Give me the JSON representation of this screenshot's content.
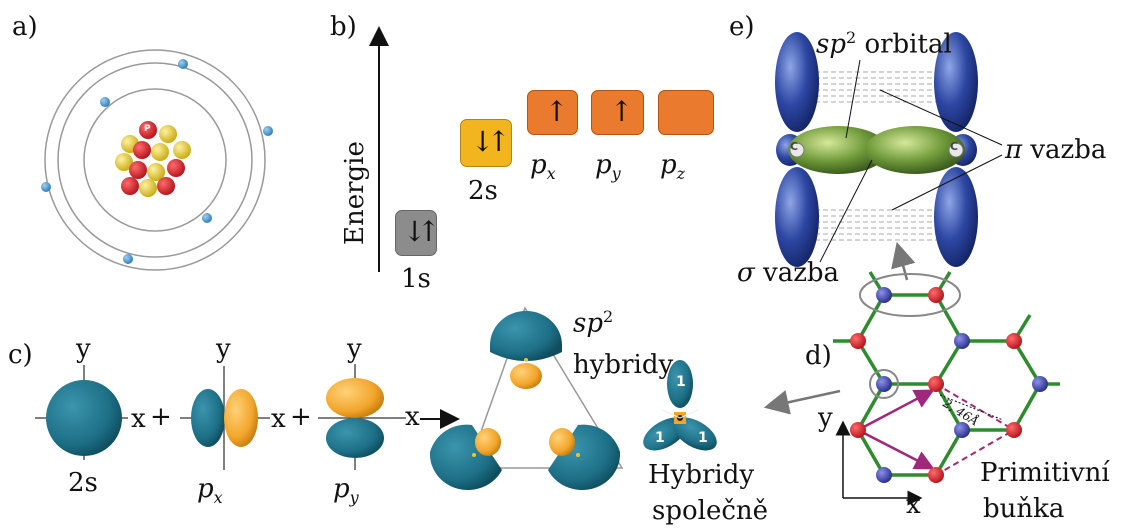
{
  "panels": {
    "a": "a)",
    "b": "b)",
    "c": "c)",
    "d": "d)",
    "e": "e)"
  },
  "atom": {
    "proton_label": "P"
  },
  "energy": {
    "axis_label": "Energie",
    "levels": {
      "s1": "1s",
      "s2": "2s",
      "px": "p",
      "px_sub": "x",
      "py": "p",
      "py_sub": "y",
      "pz": "p",
      "pz_sub": "z"
    },
    "colors": {
      "gray": "#8c8c8c",
      "yellow": "#f2b51d",
      "orange": "#ea7a2e"
    }
  },
  "hybridization": {
    "axis_y": "y",
    "axis_x": "x",
    "plus": "+",
    "label_2s": "2s",
    "label_px": "p",
    "label_px_sub": "x",
    "label_py": "p",
    "label_py_sub": "y",
    "sp2_title_sp": "sp",
    "sp2_title_sup": "2",
    "sp2_title_rest": "hybridy",
    "together_line1": "Hybridy",
    "together_line2": "společně",
    "lobe_number": "1",
    "colors": {
      "teal": "#1d6f86",
      "orange": "#f2a52a"
    }
  },
  "lattice": {
    "axis_y": "y",
    "axis_x": "x",
    "distance": "2, 46Å",
    "cell_line1": "Primitivní",
    "cell_line2": "buňka",
    "colors": {
      "bond": "#2e8b2e",
      "atom_red": "#e8202a",
      "atom_blue": "#3a3fa8",
      "cell": "#a0287a"
    }
  },
  "bonding": {
    "sp2_sp": "sp",
    "sp2_sup": "2",
    "sp2_rest": "orbital",
    "pi_symbol": "π",
    "pi_rest": "vazba",
    "sigma_symbol": "σ",
    "sigma_rest": "vazba",
    "carbon": "C",
    "colors": {
      "blue": "#2a3f8f",
      "green": "#6f9a3a"
    }
  }
}
